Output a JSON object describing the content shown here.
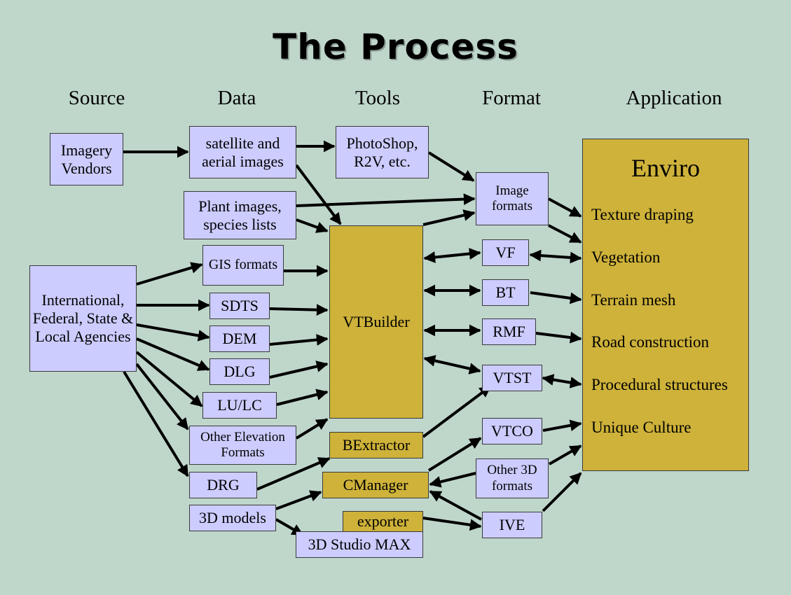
{
  "title": "The Process",
  "columns": [
    "Source",
    "Data",
    "Tools",
    "Format",
    "Application"
  ],
  "nodes": {
    "imagery_vendors": "Imagery Vendors",
    "agencies": "International, Federal, State & Local Agencies",
    "satellite_images": "satellite and aerial images",
    "plant_images": "Plant images, species lists",
    "gis_formats": "GIS formats",
    "sdts": "SDTS",
    "dem": "DEM",
    "dlg": "DLG",
    "lulc": "LU/LC",
    "other_elevation": "Other Elevation Formats",
    "drg": "DRG",
    "models_3d": "3D models",
    "photoshop": "PhotoShop, R2V, etc.",
    "vtbuilder": "VTBuilder",
    "bextractor": "BExtractor",
    "cmanager": "CManager",
    "exporter": "exporter",
    "studio_max": "3D Studio MAX",
    "image_formats": "Image formats",
    "vf": "VF",
    "bt": "BT",
    "rmf": "RMF",
    "vtst": "VTST",
    "vtco": "VTCO",
    "other_3d": "Other 3D formats",
    "ive": "IVE"
  },
  "application": {
    "title": "Enviro",
    "items": [
      "Texture draping",
      "Vegetation",
      "Terrain mesh",
      "Road construction",
      "Procedural structures",
      "Unique Culture"
    ]
  },
  "colors": {
    "background": "#bfd6cb",
    "data_box": "#ccccff",
    "tool_box": "#ceb23a",
    "arrow": "#000000"
  }
}
